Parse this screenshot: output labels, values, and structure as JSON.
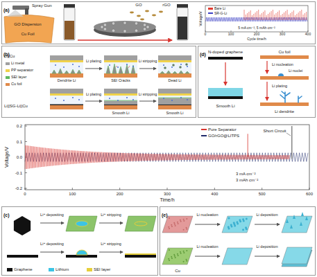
{
  "diagram": {
    "nodes": [
      {
        "text": [
          "(a)"
        ]
      },
      {
        "text": [
          "(b)"
        ]
      },
      {
        "text": [
          "(d)"
        ]
      },
      {
        "text": [
          "(c)"
        ]
      },
      {
        "text": [
          "(e)"
        ]
      }
    ],
    "labels": [
      "Spray Gun",
      "GO Dispersion",
      "Cu Foil",
      "GO",
      "rGO",
      "Voltage/V",
      "0",
      "100",
      "200",
      "300",
      "400",
      "Cycle time/h",
      "5 mA cm⁻², 5 mAh cm⁻²",
      "Li||Cu",
      "Li||SG-Li||Cu",
      "Li plating",
      "Li stripping",
      "Li plating",
      "Li stripping",
      "Dendrite Li",
      "SEI Cracks",
      "Dead Li",
      "Smooth Li",
      "Smooth Li",
      "N-doped graphene",
      "Cu foil",
      "Li nucleation",
      "Li nuclei",
      "Li plating",
      "Smooth Li",
      "Li dendrite",
      "Voltage/V",
      "0.2",
      "0.1",
      "0.0",
      "-0.1",
      "-0.2",
      "0",
      "100",
      "200",
      "300",
      "400",
      "500",
      "600",
      "Time/h",
      "Short Circuit",
      "3 mA cm⁻²",
      "3 mAh cm⁻²",
      "Li⁺ depositing",
      "Li⁺ stripping",
      "Li⁺ depositing",
      "Li⁺ stripping",
      "Li nucleation",
      "Li deposition",
      "Li nucleation",
      "Li deposition",
      "Cu"
    ],
    "legend": [
      {
        "text": "Bare Li",
        "color": "#e03a2f"
      },
      {
        "text": "SR-G-Li",
        "color": "#3b3fc4"
      },
      {
        "text": "Li metal",
        "color": "#a0a0a0"
      },
      {
        "text": "PP separator",
        "color": "#f0d24a"
      },
      {
        "text": "SEI layer",
        "color": "#5fb85f"
      },
      {
        "text": "Cu foil",
        "color": "#e08a4a"
      },
      {
        "text": "Pure Separator",
        "color": "#d8352f"
      },
      {
        "text": "GO/rGO@LITPS",
        "color": "#1f2a6b"
      },
      {
        "text": "Graphene",
        "color": "#111111"
      },
      {
        "text": "Lithium",
        "color": "#3cc4e4"
      },
      {
        "text": "SEI layer",
        "color": "#e6cf3a"
      }
    ]
  }
}
